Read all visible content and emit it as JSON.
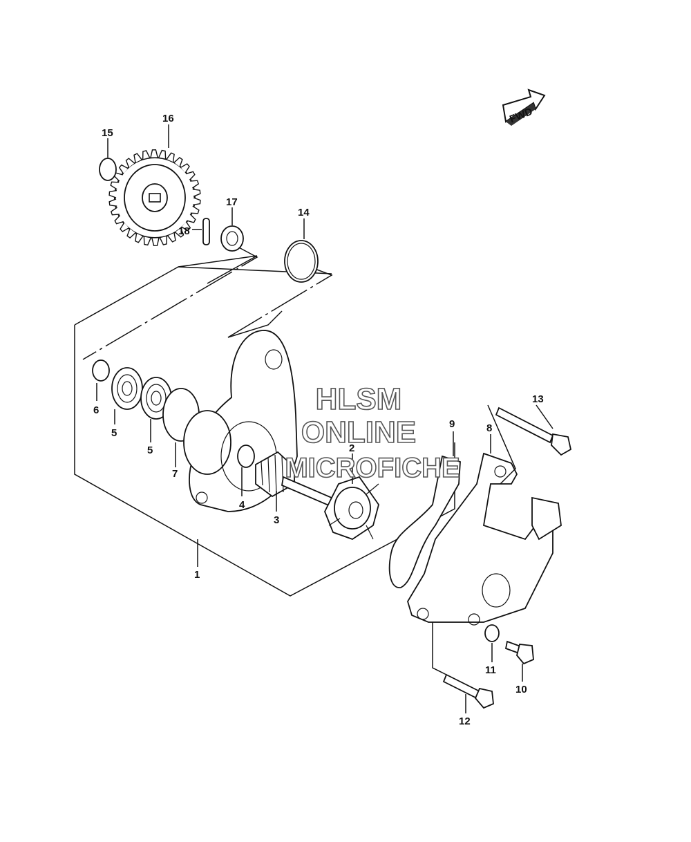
{
  "direction_badge": "FWD",
  "watermark": {
    "line1": "HLSM",
    "line2": "ONLINE",
    "line3": "MICROFICHE"
  },
  "callouts": {
    "p1": "1",
    "p2": "2",
    "p3": "3",
    "p4": "4",
    "p5a": "5",
    "p5b": "5",
    "p6": "6",
    "p7": "7",
    "p8": "8",
    "p9": "9",
    "p10": "10",
    "p11": "11",
    "p12": "12",
    "p13": "13",
    "p14": "14",
    "p15": "15",
    "p16": "16",
    "p17": "17",
    "p18": "18"
  }
}
